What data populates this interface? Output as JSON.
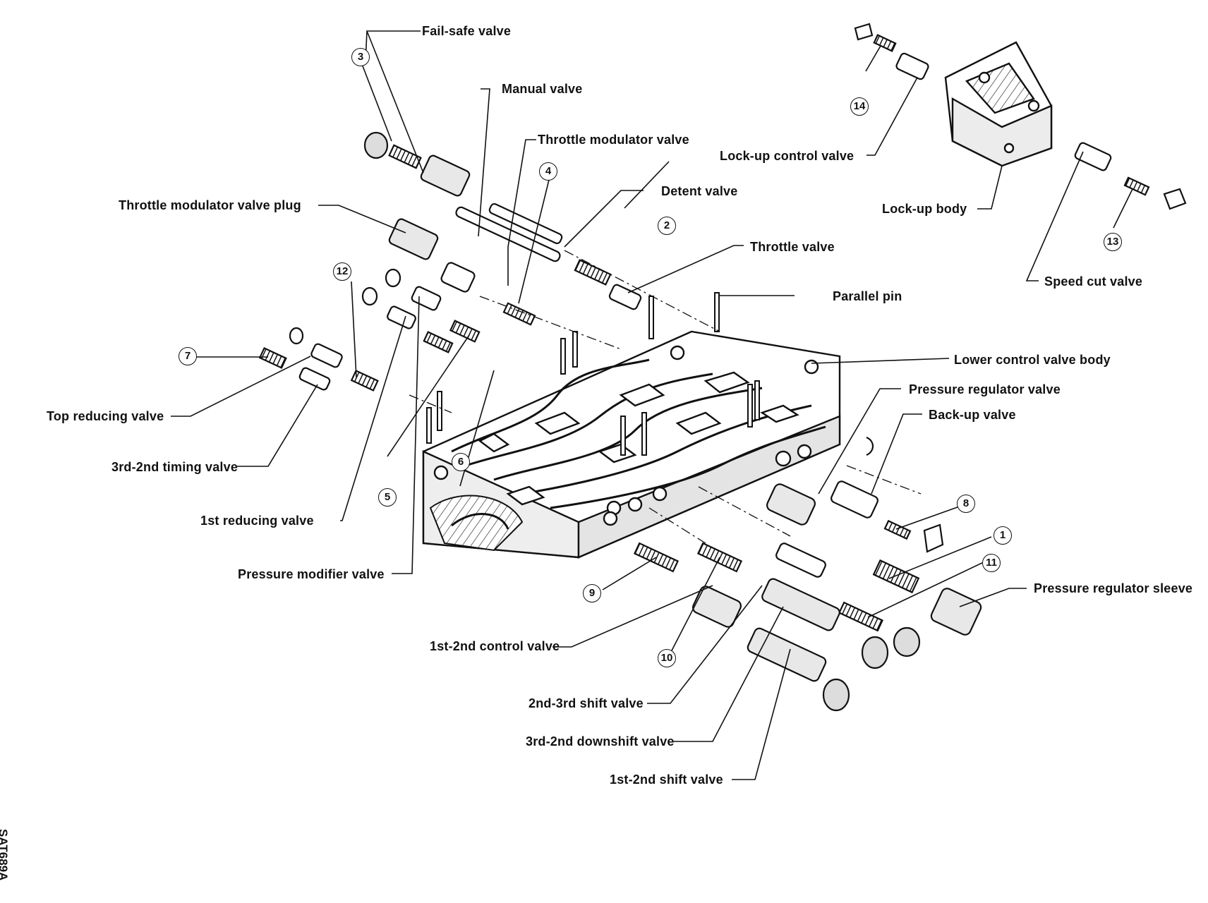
{
  "diagram_code": "SAT689A",
  "labels": {
    "fail_safe_valve": "Fail-safe valve",
    "manual_valve": "Manual valve",
    "throttle_modulator_valve": "Throttle modulator valve",
    "detent_valve": "Detent valve",
    "throttle_modulator_valve_plug": "Throttle modulator valve plug",
    "throttle_valve": "Throttle valve",
    "parallel_pin": "Parallel pin",
    "lower_control_valve_body": "Lower control valve body",
    "pressure_regulator_valve": "Pressure regulator valve",
    "back_up_valve": "Back-up valve",
    "top_reducing_valve": "Top reducing valve",
    "third_second_timing_valve": "3rd-2nd timing valve",
    "first_reducing_valve": "1st reducing valve",
    "pressure_modifier_valve": "Pressure modifier valve",
    "pressure_regulator_sleeve": "Pressure regulator sleeve",
    "first_second_control_valve": "1st-2nd control valve",
    "second_third_shift_valve": "2nd-3rd shift valve",
    "third_second_downshift_valve": "3rd-2nd downshift valve",
    "first_second_shift_valve": "1st-2nd shift valve",
    "lock_up_control_valve": "Lock-up control valve",
    "lock_up_body": "Lock-up body",
    "speed_cut_valve": "Speed cut valve"
  },
  "callouts": {
    "n1": "1",
    "n2": "2",
    "n3": "3",
    "n4": "4",
    "n5": "5",
    "n6": "6",
    "n7": "7",
    "n8": "8",
    "n9": "9",
    "n10": "10",
    "n11": "11",
    "n12": "12",
    "n13": "13",
    "n14": "14"
  }
}
